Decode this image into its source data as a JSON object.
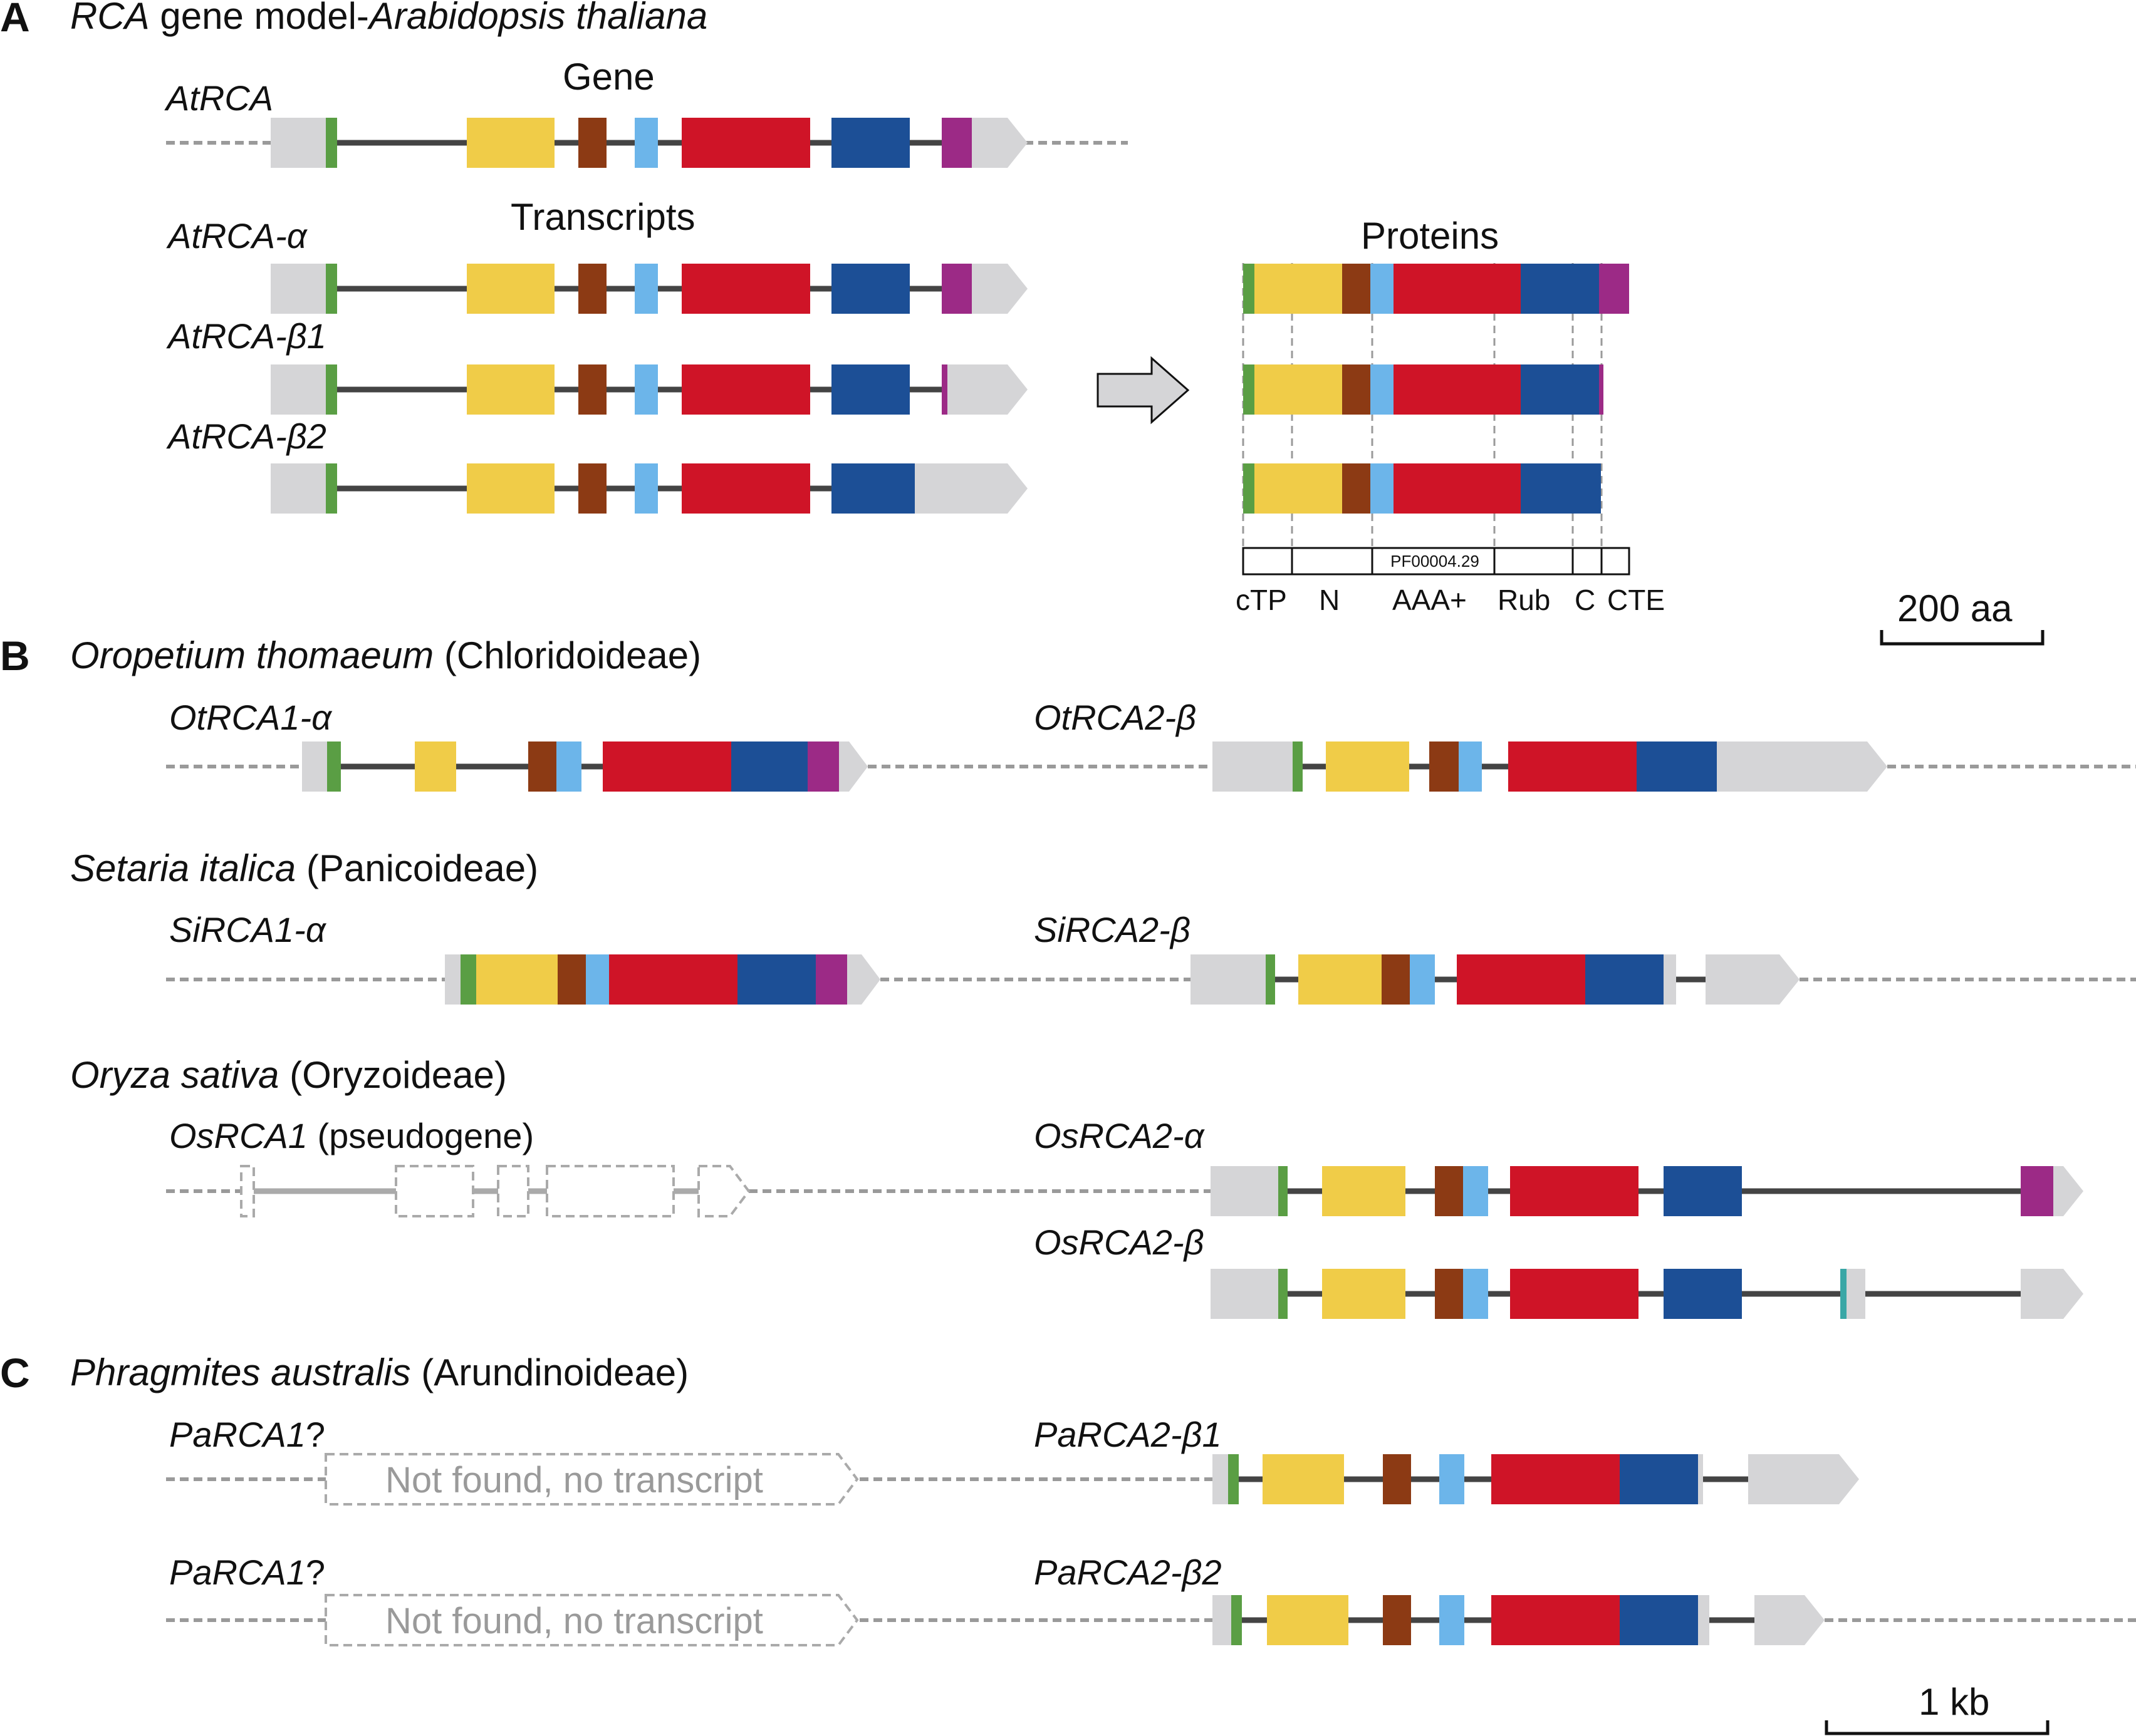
{
  "colors": {
    "utr": "#d5d5d7",
    "ctp": "#5a9e44",
    "n_domain": "#f0cc48",
    "brown": "#8c3a14",
    "light_blue": "#6cb5ea",
    "aaa": "#cf1427",
    "rub": "#1c4f96",
    "cte": "#9c2a86",
    "teal": "#3aa7a6",
    "intron": "#444444",
    "flank": "#9a9a9a",
    "pseudo": "#aaaaaa"
  },
  "panels": {
    "a": {
      "letter": "A",
      "title_italic": "RCA",
      "title_plain": " gene model-",
      "title_species": "Arabidopsis thaliana",
      "gene_label": "Gene",
      "transcripts_label": "Transcripts",
      "proteins_label": "Proteins",
      "gene_name": "AtRCA",
      "transcripts": [
        "AtRCA-α",
        "AtRCA-β1",
        "AtRCA-β2"
      ],
      "pfam_label": "PF00004.29",
      "domains": [
        "cTP",
        "N",
        "AAA+",
        "Rub",
        "C",
        "CTE"
      ],
      "aa_scale": "200 aa"
    },
    "b": {
      "letter": "B",
      "species": "Oropetium thomaeum",
      "subfamily": " (Chloridoideae)",
      "genes": [
        "OtRCA1-α",
        "OtRCA2-β"
      ],
      "species2": "Setaria italica",
      "subfamily2": " (Panicoideae)",
      "genes2": [
        "SiRCA1-α",
        "SiRCA2-β"
      ],
      "species3": "Oryza sativa",
      "subfamily3": " (Oryzoideae)",
      "genes3": [
        "OsRCA1",
        "OsRCA2-α",
        "OsRCA2-β"
      ],
      "pseudogene_note": " (pseudogene)"
    },
    "c": {
      "letter": "C",
      "species": "Phragmites australis",
      "subfamily": " (Arundinoideae)",
      "genes": [
        "PaRCA1",
        "PaRCA2-β1",
        "PaRCA1",
        "PaRCA2-β2"
      ],
      "question": "?",
      "not_found": "Not found, no transcript",
      "kb_scale": "1 kb"
    }
  }
}
